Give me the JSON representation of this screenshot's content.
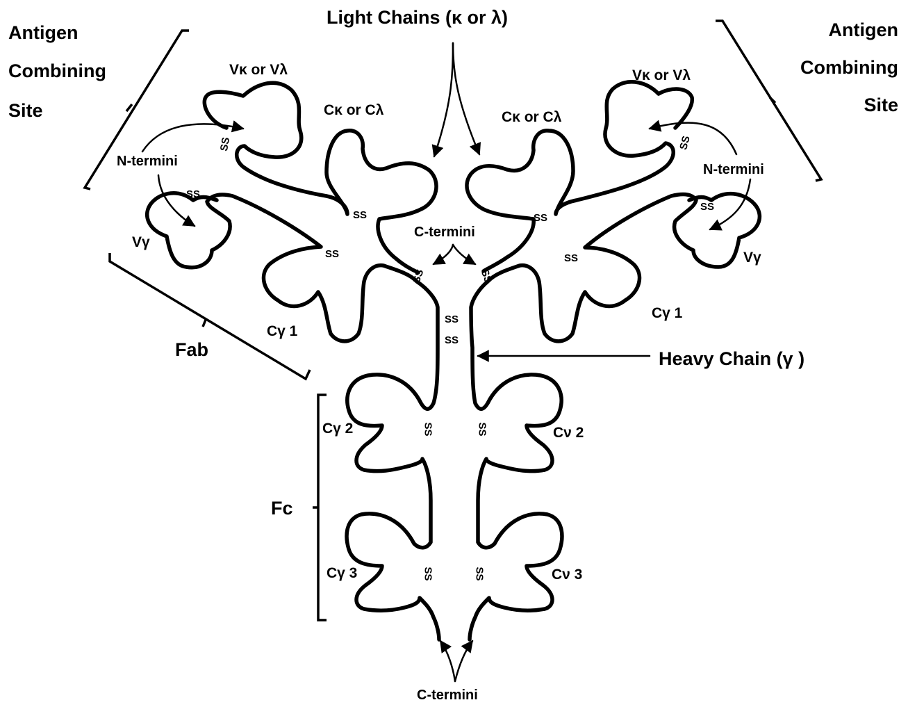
{
  "labels": {
    "light_chains": "Light Chains (κ or λ)",
    "antigen_site": [
      "Antigen",
      "Combining",
      "Site"
    ],
    "v_light": "Vκ or Vλ",
    "c_light": "Cκ or Cλ",
    "n_termini": "N-termini",
    "v_gamma": "Vγ",
    "c_termini": "C-termini",
    "c_gamma_1": "Cγ 1",
    "c_gamma_2_left": "Cγ 2",
    "c_gamma_2_right": "Cν 2",
    "c_gamma_3_left": "Cγ 3",
    "c_gamma_3_right": "Cν 3",
    "heavy_chain": "Heavy Chain (γ )",
    "fab": "Fab",
    "fc": "Fc",
    "disulfide": "SS"
  }
}
